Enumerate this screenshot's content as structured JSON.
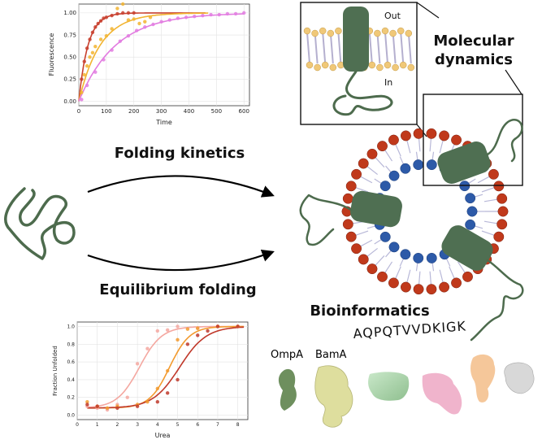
{
  "labels": {
    "folding_kinetics": "Folding kinetics",
    "equilibrium_folding": "Equilibrium folding",
    "molecular_dynamics_line1": "Molecular",
    "molecular_dynamics_line2": "dynamics",
    "bioinformatics": "Bioinformatics",
    "out": "Out",
    "in": "In",
    "sequence": "AQPQTVVDKIGK",
    "ompa": "OmpA",
    "bama": "BamA"
  },
  "colors": {
    "protein": "#4d6b4d",
    "lipid_head_red": "#c0391b",
    "lipid_head_blue": "#2d5aa8",
    "ompa_label": "#5a7a52",
    "bama_label": "#b7b36a"
  },
  "chart_data": [
    {
      "type": "line",
      "xlabel": "Time",
      "ylabel": "Fluorescence",
      "xlim": [
        0,
        620
      ],
      "ylim": [
        -0.05,
        1.1
      ],
      "xticks": [
        0,
        100,
        200,
        300,
        400,
        500,
        600
      ],
      "yticks": [
        0.0,
        0.25,
        0.5,
        0.75,
        1.0
      ],
      "ytick_labels": [
        "0.00",
        "0.25",
        "0.50",
        "0.75",
        "1.00"
      ],
      "grid": true,
      "series": [
        {
          "color": "#c8402e",
          "k": 0.03,
          "xmax": 460,
          "points": [
            [
              10,
              0.25
            ],
            [
              20,
              0.45
            ],
            [
              30,
              0.6
            ],
            [
              40,
              0.7
            ],
            [
              50,
              0.78
            ],
            [
              60,
              0.84
            ],
            [
              70,
              0.88
            ],
            [
              80,
              0.91
            ],
            [
              90,
              0.94
            ],
            [
              100,
              0.95
            ],
            [
              120,
              0.97
            ],
            [
              140,
              0.99
            ],
            [
              160,
              1.0
            ],
            [
              180,
              1.0
            ],
            [
              200,
              1.0
            ]
          ]
        },
        {
          "color": "#f2b430",
          "k": 0.013,
          "xmax": 470,
          "points": [
            [
              10,
              0.1
            ],
            [
              20,
              0.3
            ],
            [
              30,
              0.4
            ],
            [
              40,
              0.5
            ],
            [
              50,
              0.55
            ],
            [
              60,
              0.62
            ],
            [
              80,
              0.7
            ],
            [
              100,
              0.74
            ],
            [
              120,
              0.82
            ],
            [
              140,
              1.05
            ],
            [
              160,
              1.1
            ],
            [
              180,
              0.92
            ],
            [
              200,
              0.93
            ],
            [
              220,
              0.88
            ],
            [
              240,
              0.9
            ],
            [
              260,
              0.95
            ]
          ]
        },
        {
          "color": "#e27ce0",
          "k": 0.0075,
          "xmax": 600,
          "points": [
            [
              10,
              0.02
            ],
            [
              30,
              0.18
            ],
            [
              60,
              0.33
            ],
            [
              90,
              0.47
            ],
            [
              120,
              0.58
            ],
            [
              150,
              0.68
            ],
            [
              180,
              0.74
            ],
            [
              210,
              0.8
            ],
            [
              240,
              0.84
            ],
            [
              270,
              0.87
            ],
            [
              300,
              0.9
            ],
            [
              330,
              0.92
            ],
            [
              360,
              0.94
            ],
            [
              390,
              0.95
            ],
            [
              420,
              0.96
            ],
            [
              450,
              0.97
            ],
            [
              480,
              0.98
            ],
            [
              510,
              0.98
            ],
            [
              540,
              0.99
            ],
            [
              570,
              0.99
            ],
            [
              600,
              1.0
            ]
          ]
        }
      ]
    },
    {
      "type": "scatter",
      "xlabel": "Urea",
      "ylabel": "Fraction Unfolded",
      "xlim": [
        0,
        8.5
      ],
      "ylim": [
        -0.05,
        1.05
      ],
      "xticks": [
        0,
        1,
        2,
        3,
        4,
        5,
        6,
        7,
        8
      ],
      "yticks": [
        0.0,
        0.2,
        0.4,
        0.6,
        0.8,
        1.0
      ],
      "ytick_labels": [
        "0.0",
        "0.2",
        "0.4",
        "0.6",
        "0.8",
        "1.0"
      ],
      "grid": true,
      "series": [
        {
          "color": "#f4a7a0",
          "mid": 3.1,
          "slope": 1.8,
          "points": [
            [
              0.5,
              0.1
            ],
            [
              1,
              0.08
            ],
            [
              1.5,
              0.06
            ],
            [
              2,
              0.12
            ],
            [
              2.5,
              0.2
            ],
            [
              3,
              0.58
            ],
            [
              3.5,
              0.75
            ],
            [
              4,
              0.95
            ],
            [
              4.5,
              0.96
            ],
            [
              5,
              1.0
            ],
            [
              6,
              0.98
            ],
            [
              7,
              1.0
            ],
            [
              8,
              1.0
            ]
          ]
        },
        {
          "color": "#f29a2e",
          "mid": 4.6,
          "slope": 2.0,
          "points": [
            [
              0.5,
              0.15
            ],
            [
              1,
              0.1
            ],
            [
              1.5,
              0.08
            ],
            [
              2,
              0.1
            ],
            [
              3,
              0.12
            ],
            [
              3.5,
              0.15
            ],
            [
              4,
              0.3
            ],
            [
              4.5,
              0.5
            ],
            [
              5,
              0.85
            ],
            [
              5.5,
              0.97
            ],
            [
              6,
              0.98
            ],
            [
              7,
              1.0
            ],
            [
              8,
              1.0
            ]
          ]
        },
        {
          "color": "#c0392b",
          "mid": 5.1,
          "slope": 1.5,
          "points": [
            [
              0.5,
              0.12
            ],
            [
              1,
              0.1
            ],
            [
              2,
              0.08
            ],
            [
              3,
              0.1
            ],
            [
              4,
              0.15
            ],
            [
              4.5,
              0.25
            ],
            [
              5,
              0.4
            ],
            [
              5.5,
              0.8
            ],
            [
              6,
              0.9
            ],
            [
              6.5,
              0.95
            ],
            [
              7,
              1.0
            ],
            [
              8,
              1.0
            ]
          ]
        }
      ]
    }
  ]
}
